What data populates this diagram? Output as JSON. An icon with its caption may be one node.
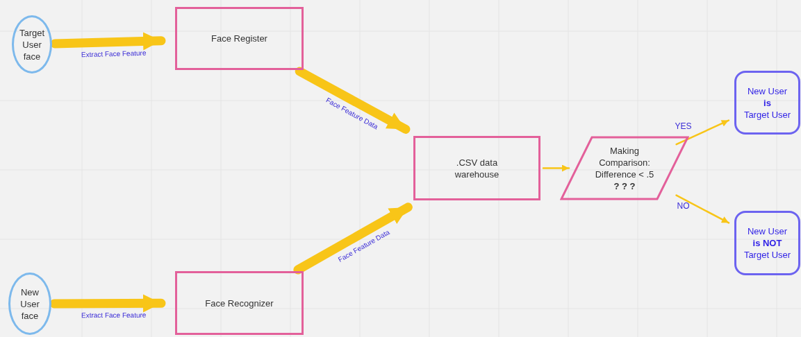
{
  "diagram": {
    "nodes": [
      {
        "text": [
          "Target User face"
        ]
      },
      {
        "text": [
          "Face Register"
        ]
      },
      {
        "text": [
          "New User face"
        ]
      },
      {
        "text": [
          "Face Recognizer"
        ]
      },
      {
        "text": [
          ".CSV data warehouse"
        ]
      },
      {
        "text": [
          "Making Comparison: Difference < .5 **? ? ?**"
        ]
      },
      {
        "text": [
          "New User **is** Target User"
        ]
      },
      {
        "text": [
          "New User **is NOT** Target User"
        ]
      }
    ],
    "edges": [
      {
        "from": 0,
        "to": 1,
        "arrow": "to",
        "label": "Extract Face Feature"
      },
      {
        "from": 2,
        "to": 3,
        "arrow": "to",
        "label": "Extract Face Feature"
      },
      {
        "from": 1,
        "to": 4,
        "arrow": "to",
        "label": "Face Feature Data"
      },
      {
        "from": 3,
        "to": 4,
        "arrow": "to",
        "label": "Face Feature Data"
      },
      {
        "from": 4,
        "to": 5,
        "arrow": "to"
      },
      {
        "from": 5,
        "to": 6,
        "arrow": "to",
        "label": "YES"
      },
      {
        "from": 5,
        "to": 7,
        "arrow": "to",
        "label": "NO"
      }
    ]
  }
}
